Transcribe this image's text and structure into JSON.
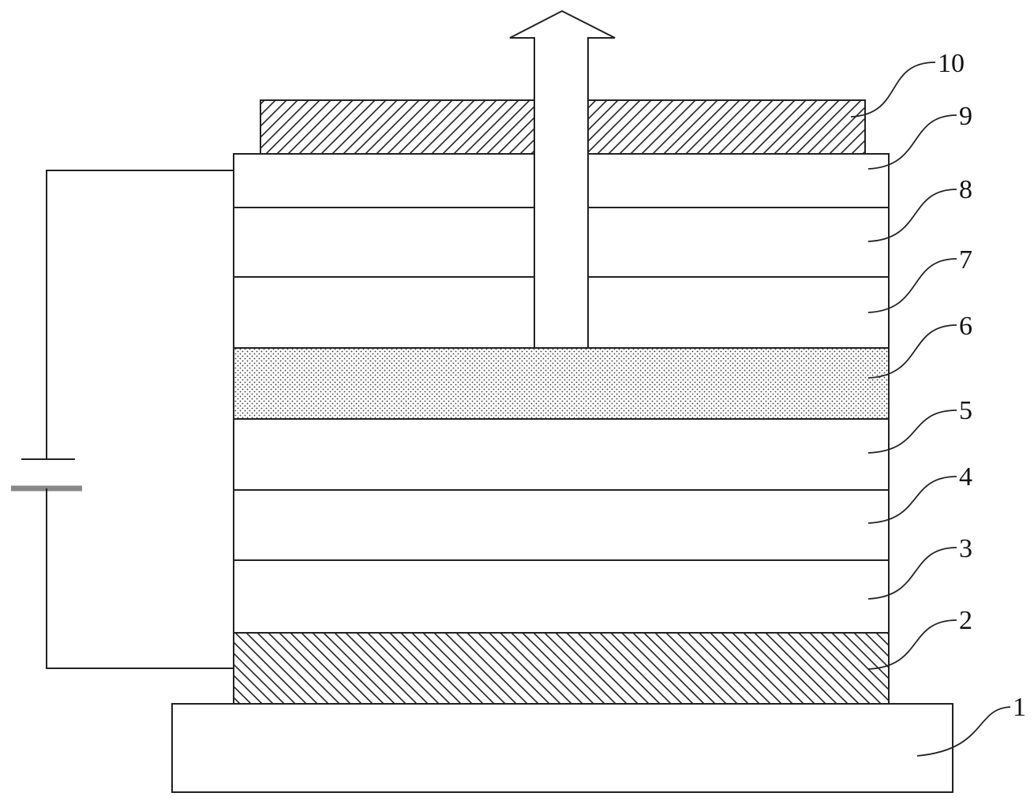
{
  "diagram": {
    "colors": {
      "stroke": "#222222",
      "background": "#ffffff",
      "battery_plate": "#888888"
    },
    "labels": [
      "1",
      "2",
      "3",
      "4",
      "5",
      "6",
      "7",
      "8",
      "9",
      "10"
    ],
    "layers": [
      {
        "id": "1",
        "fill": "plain"
      },
      {
        "id": "2",
        "fill": "hatch-backslash"
      },
      {
        "id": "3",
        "fill": "plain"
      },
      {
        "id": "4",
        "fill": "plain"
      },
      {
        "id": "5",
        "fill": "plain"
      },
      {
        "id": "6",
        "fill": "dotted"
      },
      {
        "id": "7",
        "fill": "plain"
      },
      {
        "id": "8",
        "fill": "plain"
      },
      {
        "id": "9",
        "fill": "plain"
      },
      {
        "id": "10",
        "fill": "hatch-slash"
      }
    ],
    "icons": {
      "light_arrow": "up-arrow-icon",
      "power_source": "battery-icon"
    }
  }
}
